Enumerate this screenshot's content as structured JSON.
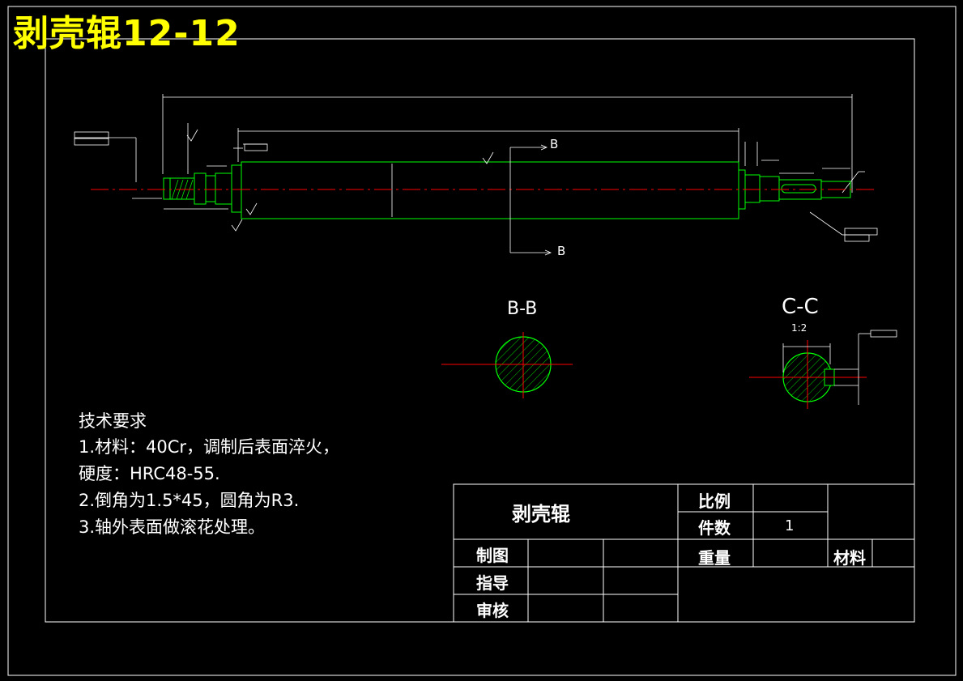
{
  "sheet_title": "剥壳辊12-12",
  "views": {
    "section_bb": "B-B",
    "section_cc": "C-C",
    "cc_scale": "1:2",
    "cut_mark_b": "B"
  },
  "technical_requirements": {
    "heading": "技术要求",
    "line1": "1.材料：40Cr，调制后表面淬火，",
    "line2": "硬度：HRC48-55.",
    "line3": "2.倒角为1.5*45，圆角为R3.",
    "line4": "3.轴外表面做滚花处理。"
  },
  "title_block": {
    "part_name": "剥壳辊",
    "scale_label": "比例",
    "scale_value": "",
    "quantity_label": "件数",
    "quantity_value": "1",
    "drawn_by_label": "制图",
    "guided_by_label": "指导",
    "reviewed_by_label": "审核",
    "weight_label": "重量",
    "material_label": "材料"
  }
}
